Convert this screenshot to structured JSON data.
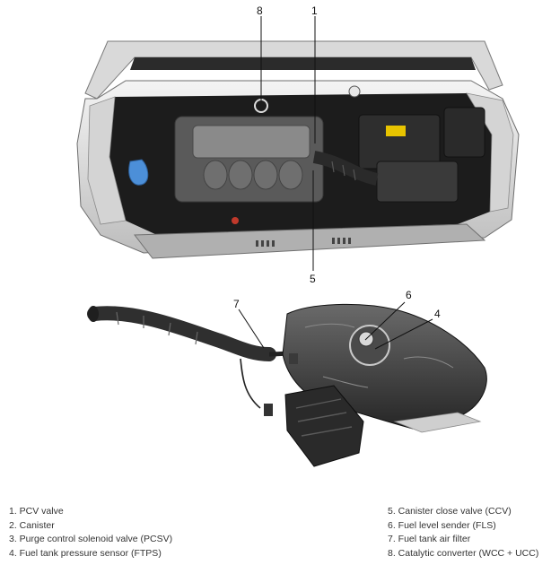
{
  "callouts": [
    "8",
    "1",
    "5",
    "7",
    "6",
    "4"
  ],
  "legend": {
    "left": [
      "1. PCV valve",
      "2. Canister",
      "3. Purge control solenoid valve (PCSV)",
      "4. Fuel tank pressure sensor (FTPS)"
    ],
    "right": [
      "5. Canister close valve (CCV)",
      "6. Fuel level sender (FLS)",
      "7. Fuel tank air filter",
      "8. Catalytic converter (WCC + UCC)"
    ]
  },
  "illustrations": [
    "engine-bay-image",
    "fuel-tank-image"
  ]
}
